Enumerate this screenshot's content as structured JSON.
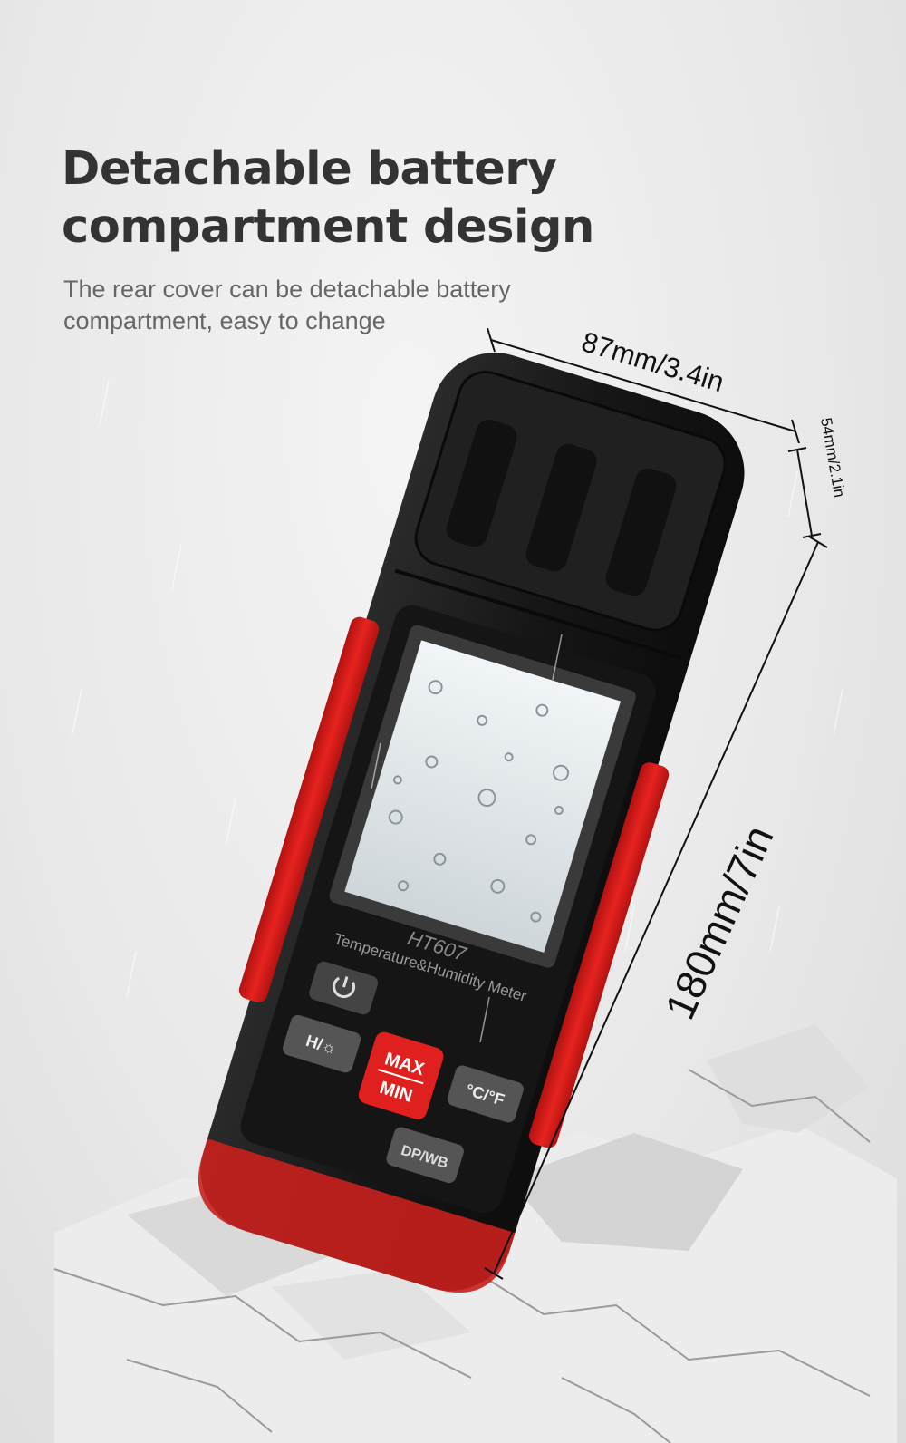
{
  "headline": {
    "line1": "Detachable battery",
    "line2": "compartment design"
  },
  "subtext": {
    "line1": "The rear cover can be detachable battery",
    "line2": "compartment, easy to change"
  },
  "dimensions": {
    "width": "87mm/3.4in",
    "depth": "54mm/2.1in",
    "length": "180mm/7in"
  },
  "device": {
    "model": "HT607",
    "name": "Temperature&Humidity Meter",
    "buttons": {
      "hold_backlight": "H/☼",
      "max": "MAX",
      "min": "MIN",
      "unit": "°C/°F",
      "dp_wb": "DP/WB"
    }
  },
  "colors": {
    "body": "#1c1c1c",
    "accent": "#e0201e",
    "screen": "#dfe6ea"
  },
  "icons": [
    "power-icon"
  ]
}
